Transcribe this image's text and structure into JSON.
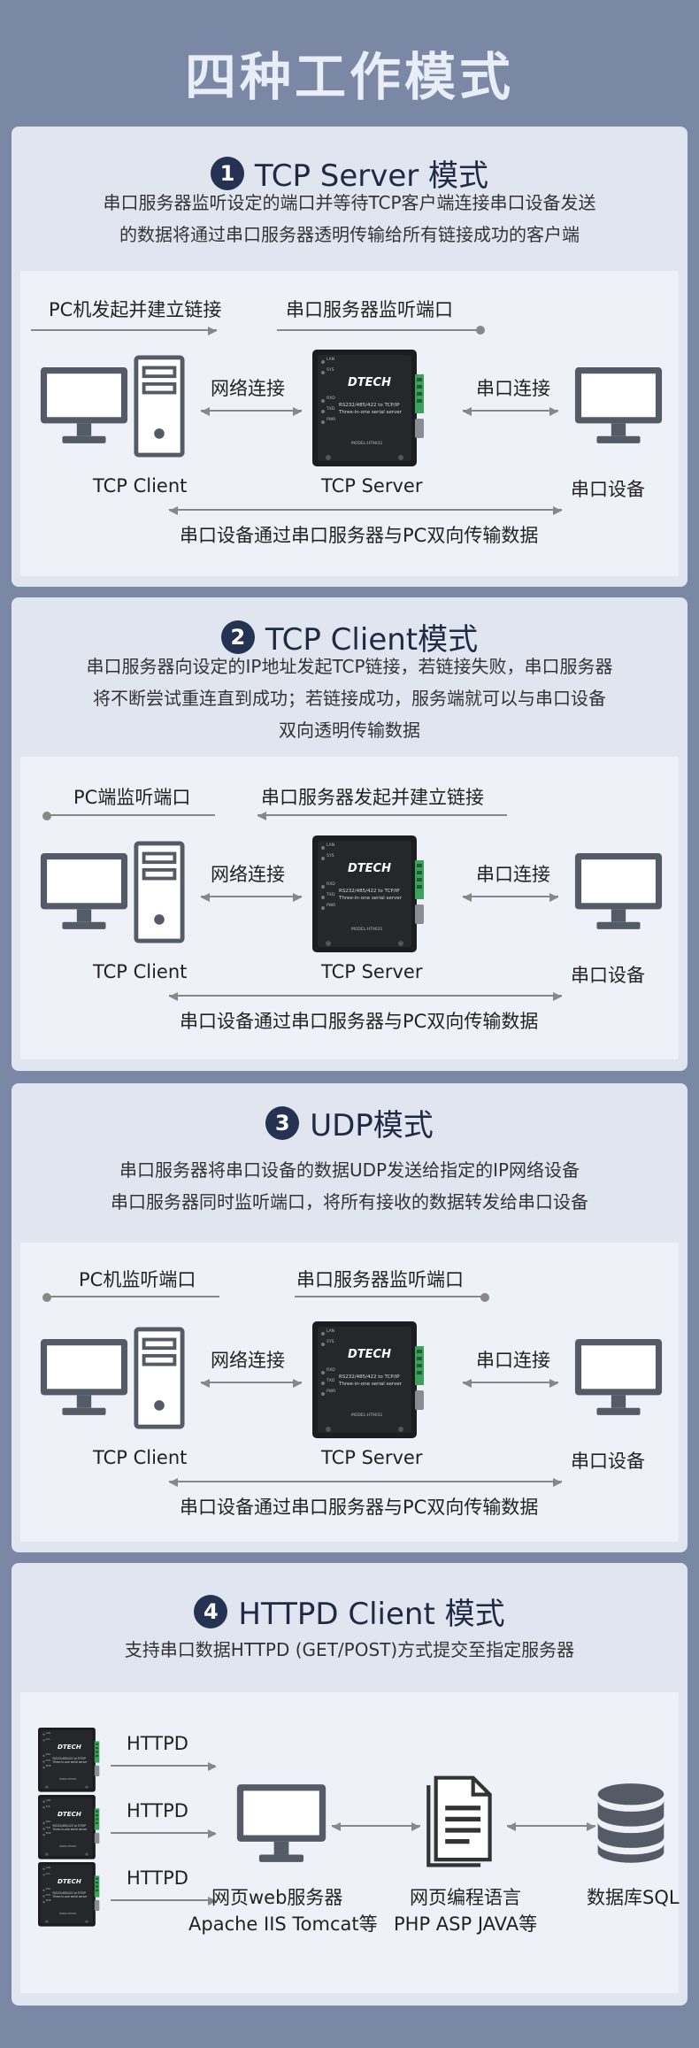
{
  "page": {
    "title": "四种工作模式"
  },
  "modes": [
    {
      "num": "1",
      "title": "TCP Server 模式",
      "desc": [
        "串口服务器监听设定的端口并等待TCP客户端连接串口设备发送",
        "的数据将通过串口服务器透明传输给所有链接成功的客户端"
      ],
      "top_left": "PC机发起并建立链接",
      "top_right": "串口服务器监听端口",
      "net": "网络连接",
      "serial": "串口连接",
      "client": "TCP Client",
      "server": "TCP Server",
      "device": "串口设备",
      "bottom": "串口设备通过串口服务器与PC双向传输数据"
    },
    {
      "num": "2",
      "title": "TCP Client模式",
      "desc": [
        "串口服务器向设定的IP地址发起TCP链接，若链接失败，串口服务器",
        "将不断尝试重连直到成功；若链接成功，服务端就可以与串口设备",
        "双向透明传输数据"
      ],
      "top_left": "PC端监听端口",
      "top_right": "串口服务器发起并建立链接",
      "net": "网络连接",
      "serial": "串口连接",
      "client": "TCP Client",
      "server": "TCP Server",
      "device": "串口设备",
      "bottom": "串口设备通过串口服务器与PC双向传输数据"
    },
    {
      "num": "3",
      "title": "UDP模式",
      "desc": [
        "串口服务器将串口设备的数据UDP发送给指定的IP网络设备",
        "串口服务器同时监听端口，将所有接收的数据转发给串口设备"
      ],
      "top_left": "PC机监听端口",
      "top_right": "串口服务器监听端口",
      "net": "网络连接",
      "serial": "串口连接",
      "client": "TCP Client",
      "server": "TCP Server",
      "device": "串口设备",
      "bottom": "串口设备通过串口服务器与PC双向传输数据"
    }
  ],
  "httpd": {
    "num": "4",
    "title": "HTTPD Client 模式",
    "desc": "支持串口数据HTTPD (GET/POST)方式提交至指定服务器",
    "arrows": [
      "HTTPD",
      "HTTPD",
      "HTTPD"
    ],
    "web_server": [
      "网页web服务器",
      "Apache IIS Tomcat等"
    ],
    "lang": [
      "网页编程语言",
      "PHP ASP JAVA等"
    ],
    "db": "数据库SQL"
  },
  "device_face": {
    "brand": "DTECH",
    "line1": "RS232/485/422 to TCP/IP",
    "line2": "Three-in-one serial server",
    "model": "MODEL:HT9031",
    "leds": [
      "LAN",
      "SYS",
      "RXD",
      "TXD",
      "PWR"
    ]
  },
  "colors": {
    "accent": "#243352",
    "bg": "#7a88a6",
    "panel": "#e0e5f0",
    "inner": "#eef1f7"
  }
}
